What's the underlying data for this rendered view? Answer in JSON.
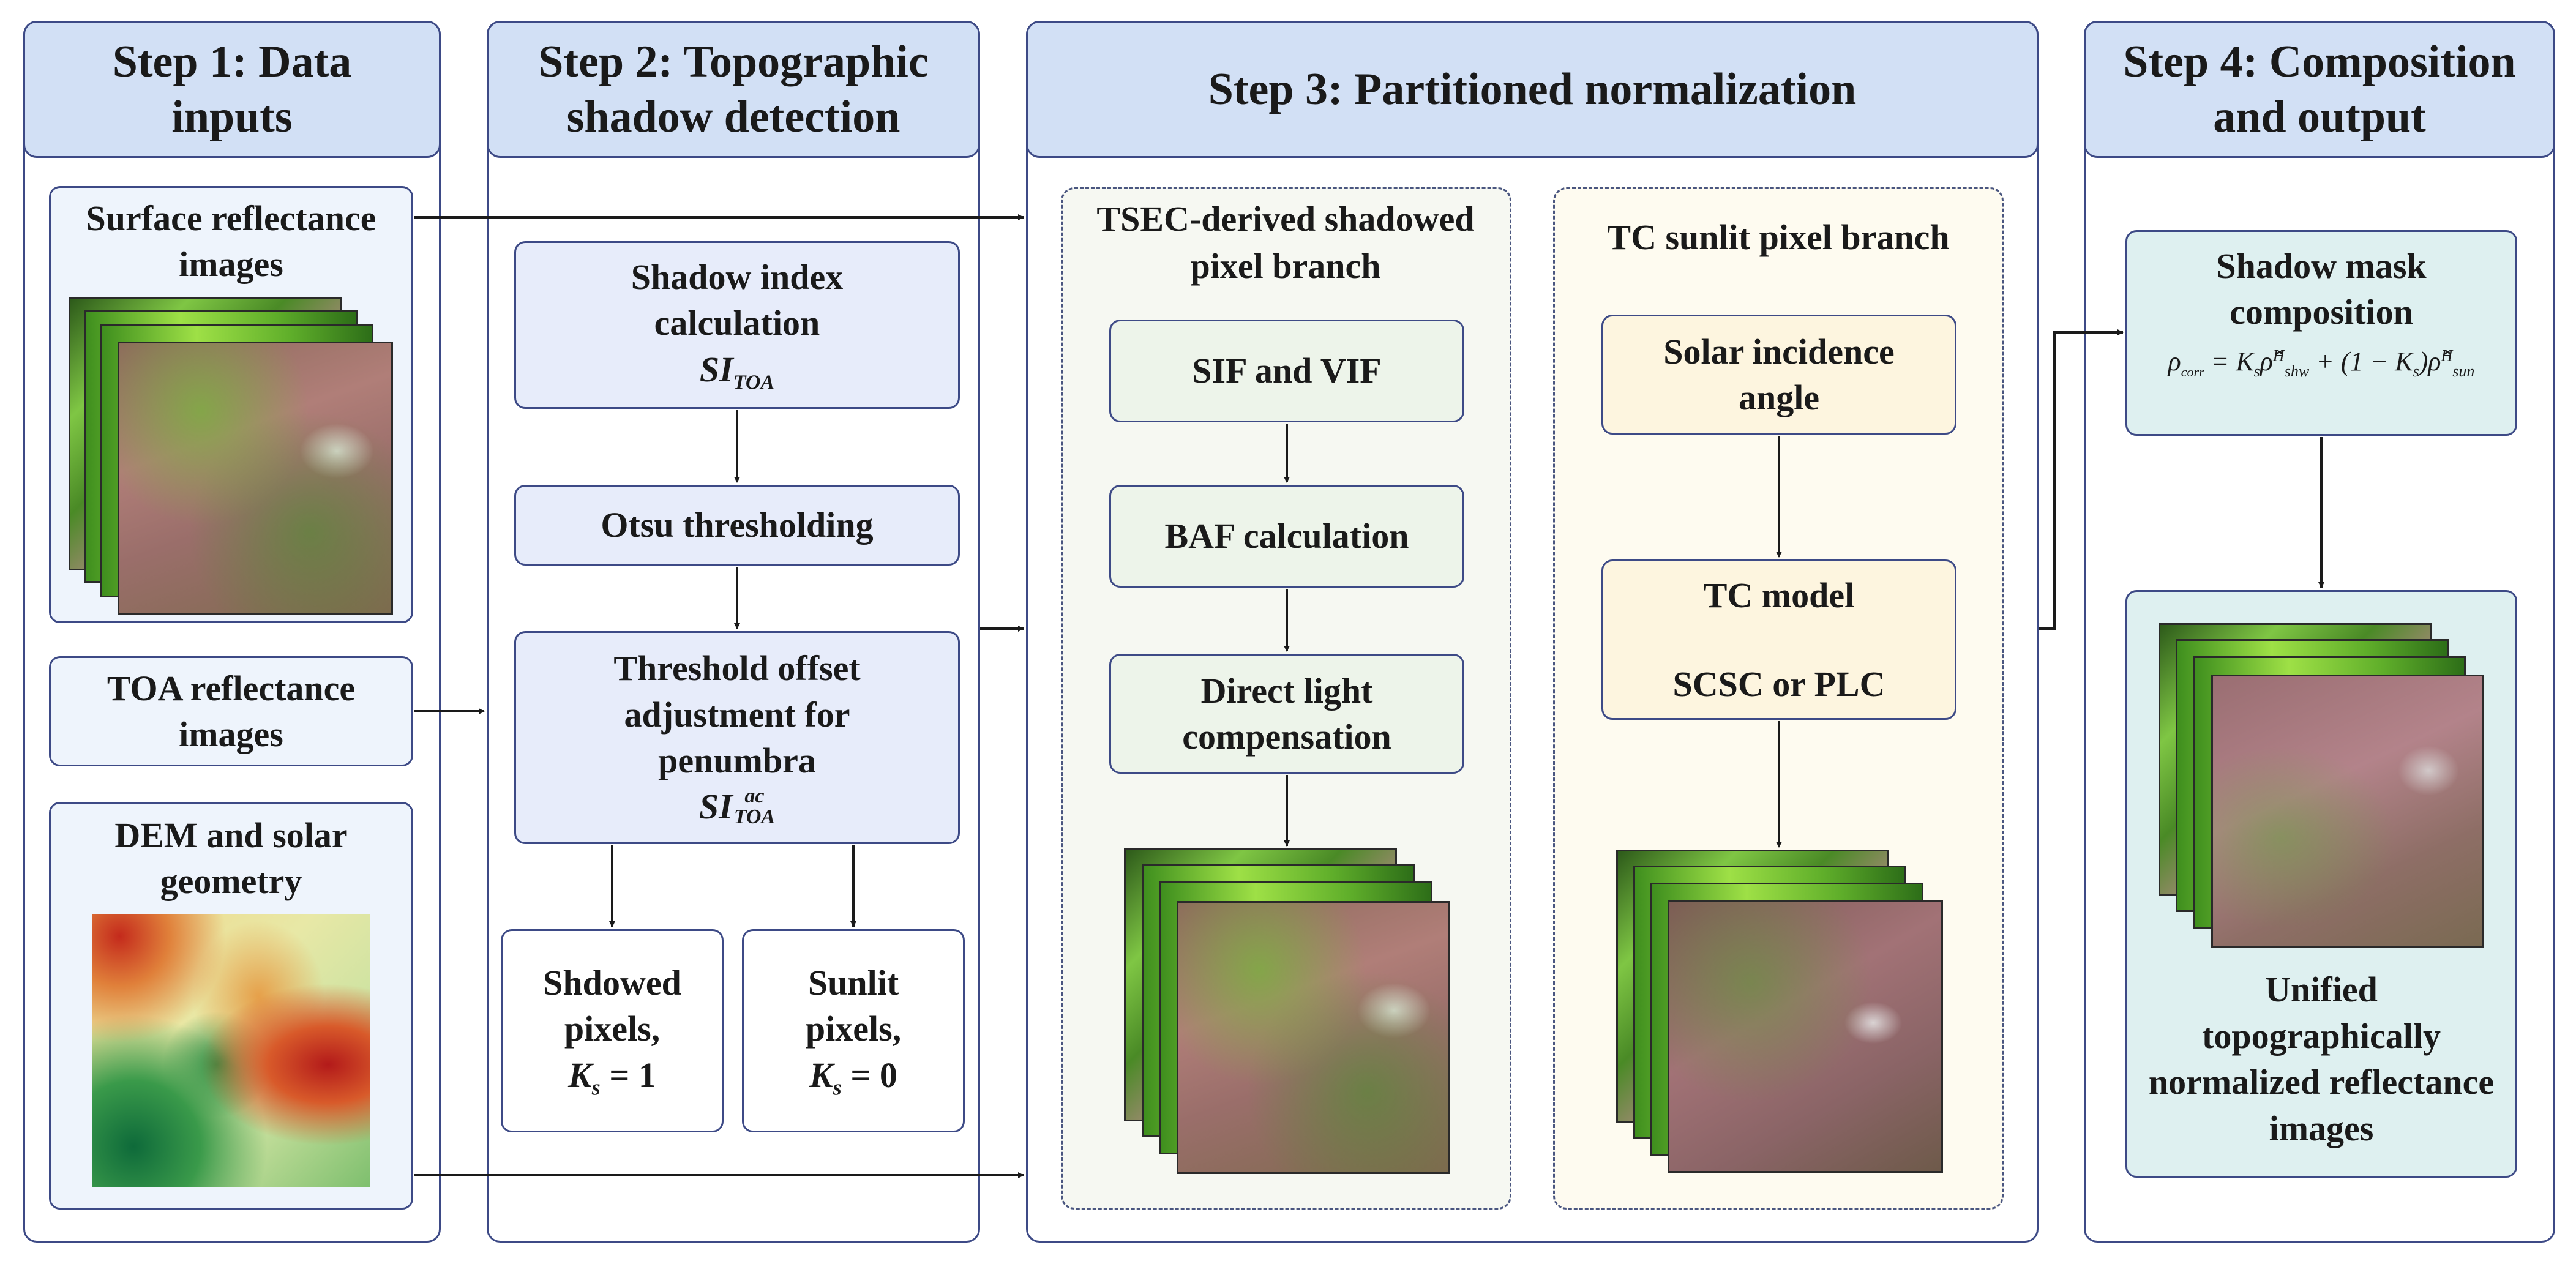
{
  "steps": {
    "step1": "Step 1: Data inputs",
    "step2": "Step 2: Topographic shadow detection",
    "step3": "Step 3: Partitioned normalization",
    "step4": "Step 4: Composition and output"
  },
  "inputs": {
    "surface": "Surface reflectance images",
    "toa": "TOA reflectance images",
    "dem": "DEM and solar geometry"
  },
  "step2": {
    "shadow_index": "Shadow index calculation",
    "si_main": "SI",
    "si_sub": "TOA",
    "otsu": "Otsu thresholding",
    "offset": "Threshold offset adjustment for penumbra",
    "si_ac_sup": "ac",
    "shadowed_label": "Shdowed pixels,",
    "shadowed_k": "K",
    "shadowed_k_sub": "s",
    "shadowed_val": " = 1",
    "sunlit_label": "Sunlit pixels,",
    "sunlit_k": "K",
    "sunlit_k_sub": "s",
    "sunlit_val": " = 0"
  },
  "step3": {
    "tsec_title": "TSEC-derived shadowed pixel branch",
    "sif_vif": "SIF and VIF",
    "baf": "BAF calculation",
    "direct": "Direct light compensation",
    "tc_title": "TC sunlit pixel branch",
    "solar": "Solar incidence angle",
    "tc_model": "TC model",
    "scsc": "SCSC or PLC"
  },
  "step4": {
    "mask": "Shadow mask composition",
    "rho": "ρ",
    "rho_sub": "corr",
    "eq1": " = K",
    "eq_s": "s",
    "hat_rho": "ρ̂",
    "sup_h": "H",
    "sub_shw": "shw",
    "eq2": " + (1 − K",
    "eq3": ")",
    "sub_sun": "sun",
    "output": "Unified topographically normalized reflectance images"
  },
  "colors": {
    "border": "#3d4a86",
    "header_fill": "#d2e0f5",
    "green_fill": "#edf4ea",
    "yellow_fill": "#fdf5df",
    "teal_fill": "#def0f0"
  }
}
